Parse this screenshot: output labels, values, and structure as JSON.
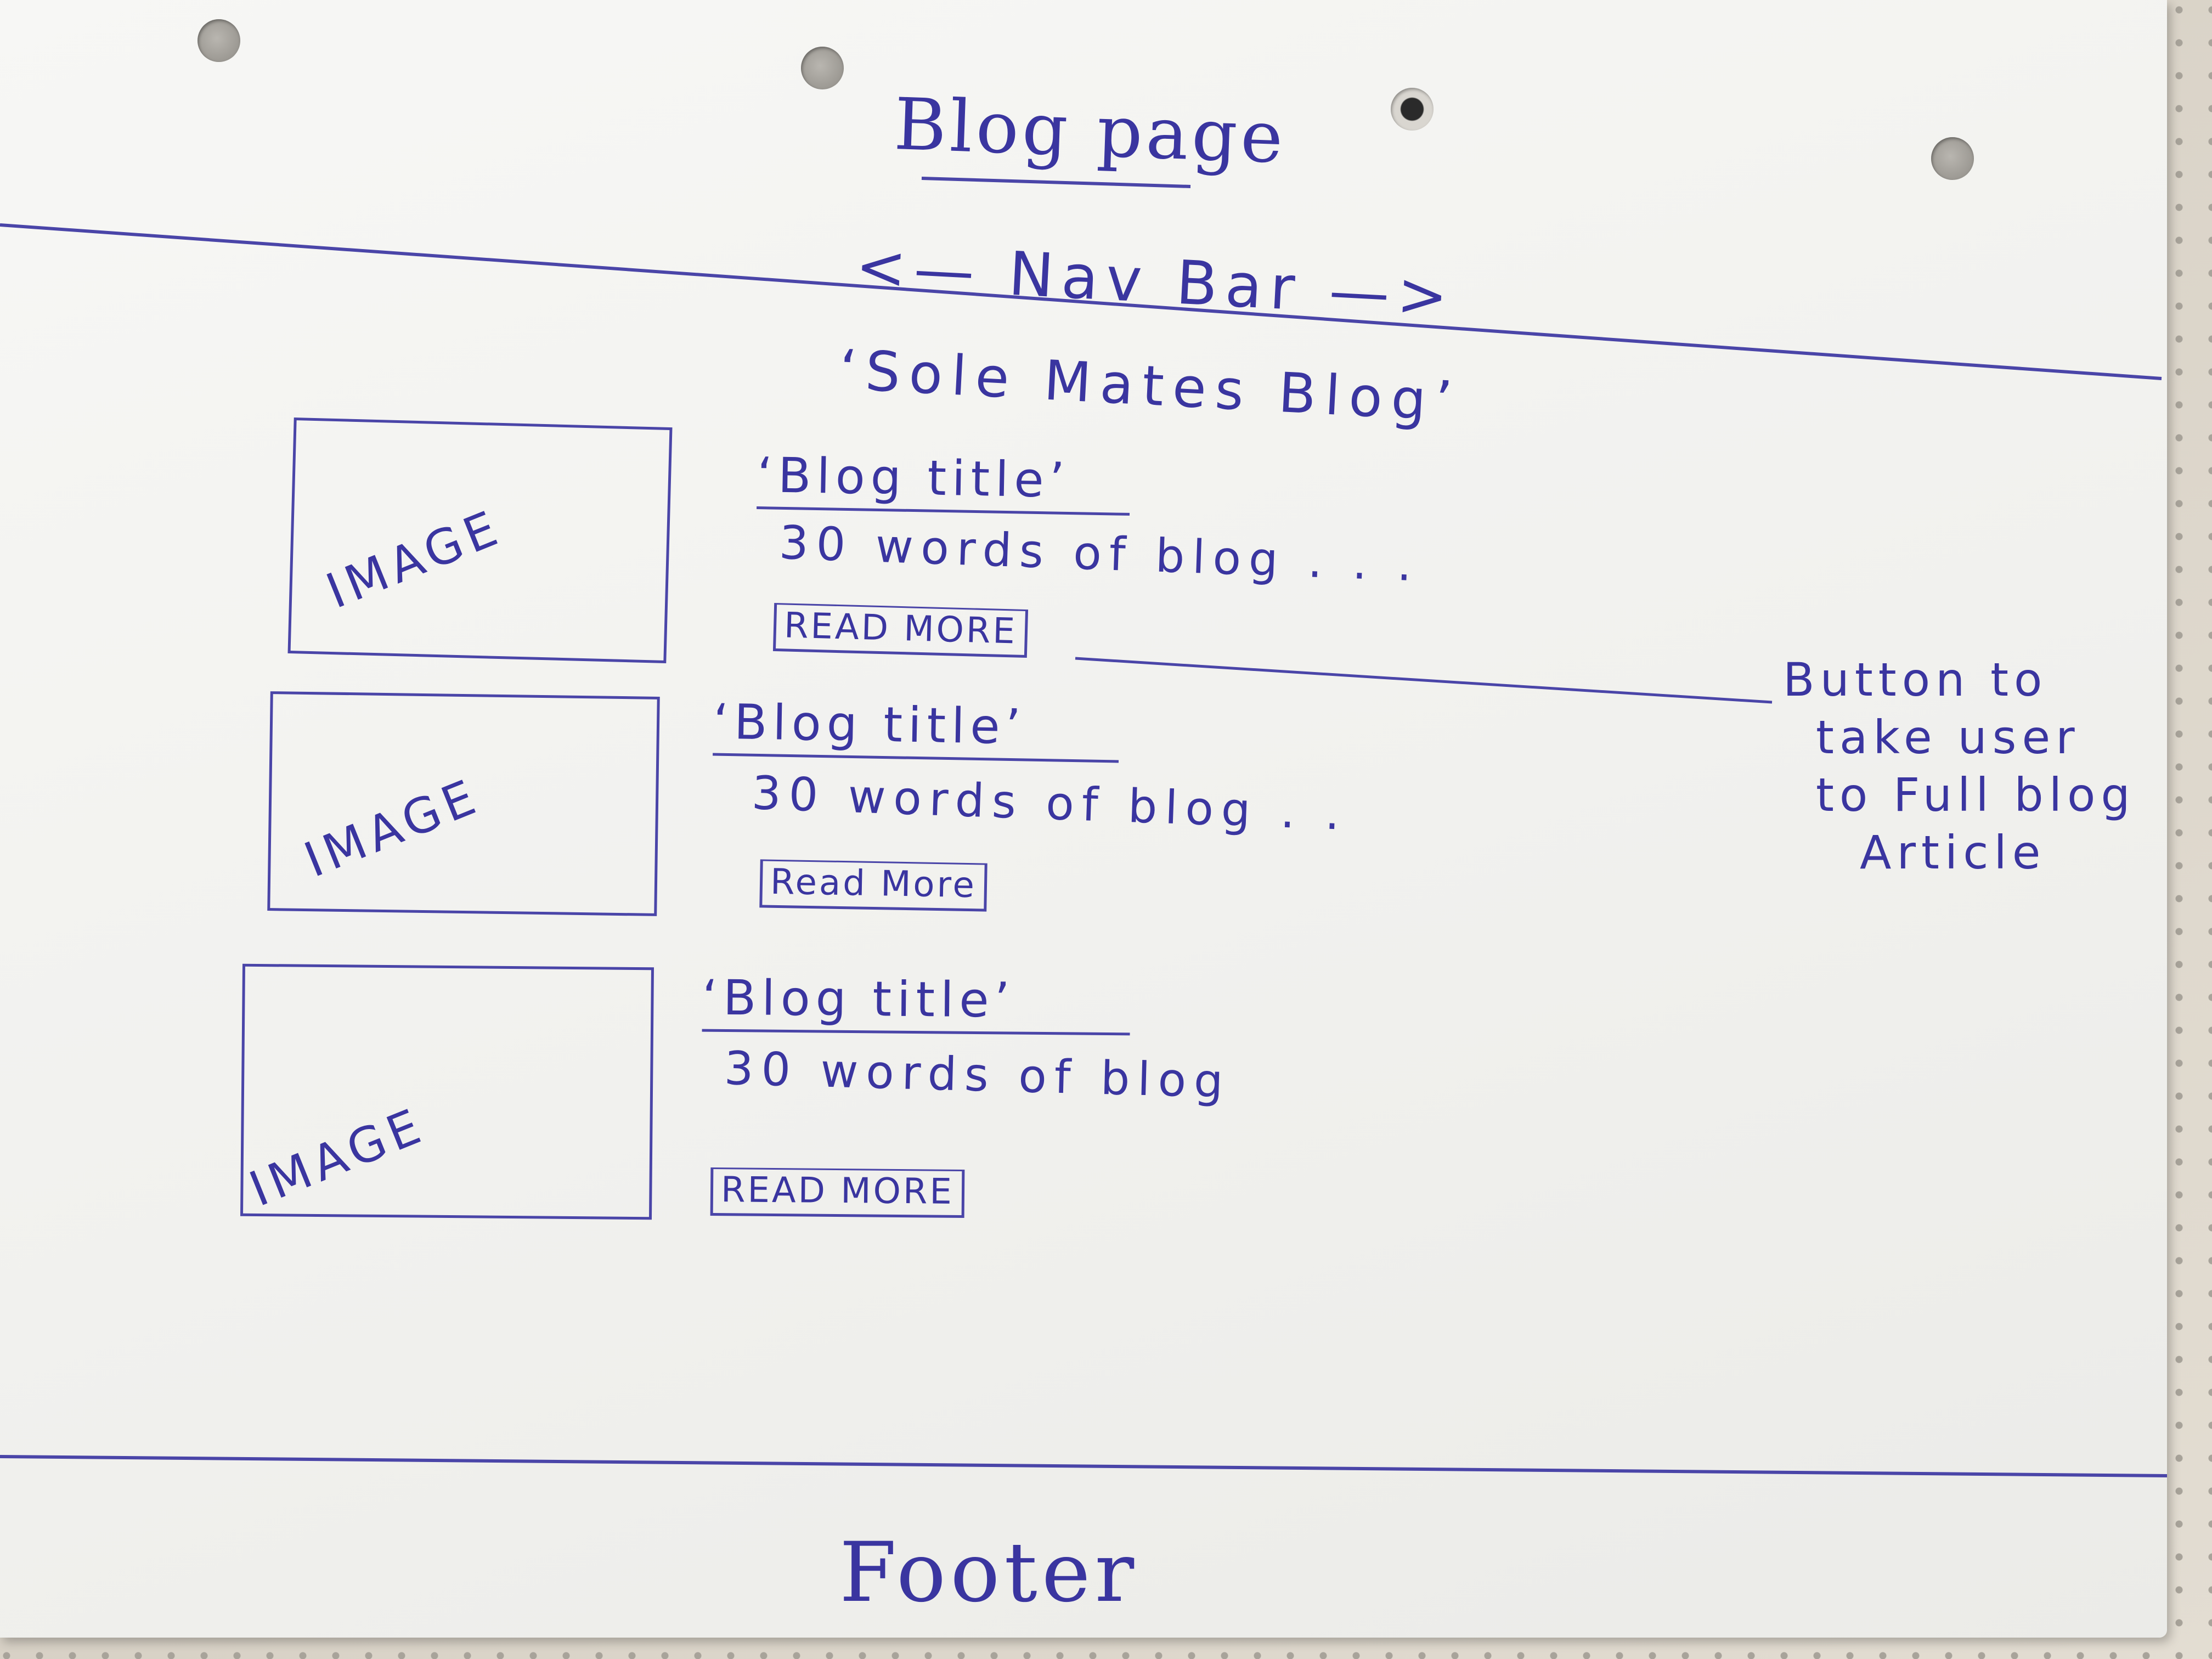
{
  "sketch": {
    "heading": "Blog page",
    "nav_bar": "<— Nav Bar —>",
    "site_title": "‘Sole Mates Blog’",
    "posts": [
      {
        "image_label": "IMAGE",
        "title": "‘Blog title’",
        "excerpt": "30 words of blog . . .",
        "button": "READ MORE"
      },
      {
        "image_label": "IMAGE",
        "title": "‘Blog title’",
        "excerpt": "30 words of blog . .",
        "button": "Read More"
      },
      {
        "image_label": "IMAGE",
        "title": "‘Blog title’",
        "excerpt": "30 words of blog",
        "button": "READ MORE"
      }
    ],
    "annotation": [
      "Button to",
      "take user",
      "to Full blog",
      "Article"
    ],
    "footer": "Footer"
  },
  "colors": {
    "ink": "#3a35a0",
    "paper": "#f4f4f2",
    "background": "#d9d3c9"
  }
}
